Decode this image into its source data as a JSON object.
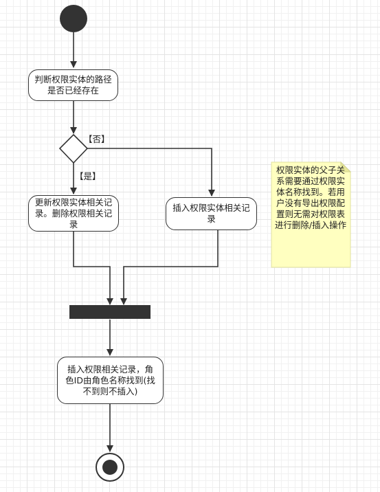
{
  "nodes": {
    "check_path": "判断权限实体的路径是否已经存在",
    "update_records": "更新权限实体相关记录。删除权限相关记录",
    "insert_entity": "插入权限实体相关记录",
    "insert_permission": "插入权限相关记录，角色ID由角色名称找到(找不到则不插入)"
  },
  "guards": {
    "no": "【否】",
    "yes": "【是】"
  },
  "note": "权限实体的父子关系需要通过权限实体名称找到。若用户没有导出权限配置则无需对权限表进行删除/插入操作",
  "colors": {
    "stroke": "#333333",
    "node_fill": "#ffffff",
    "note_fill": "#ffffc0",
    "fork_bar": "#333333"
  }
}
